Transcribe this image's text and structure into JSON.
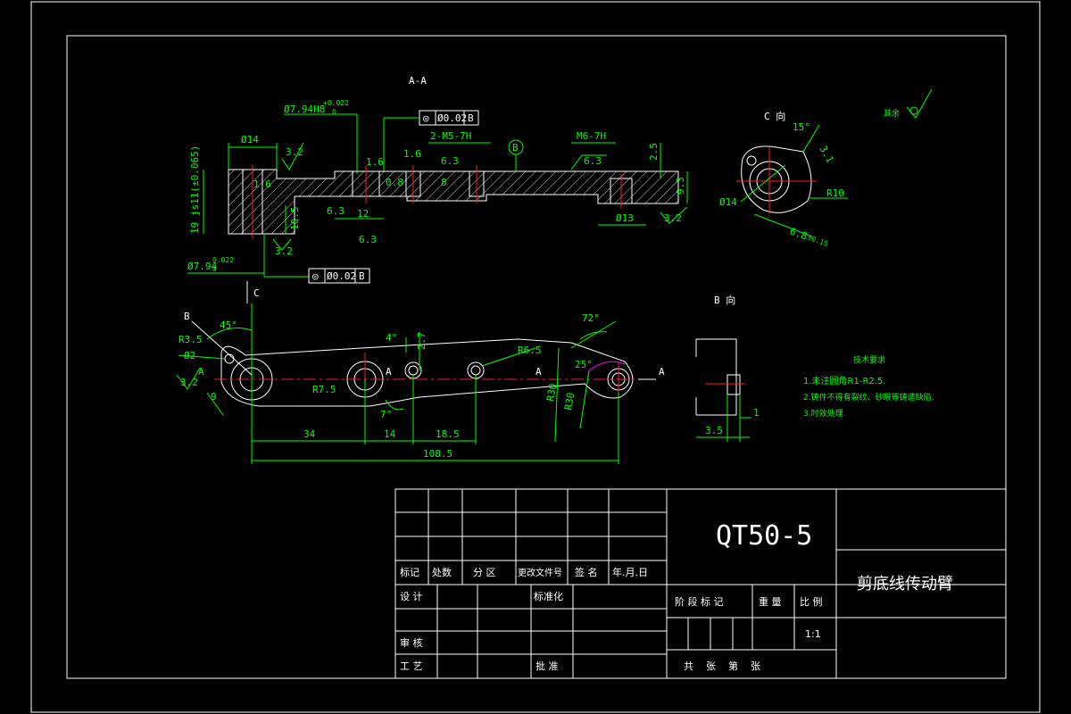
{
  "sections": {
    "aa": "A-A",
    "b": "B 向",
    "c": "C 向",
    "c_mark": "C"
  },
  "dims_aa": {
    "d14": "Ø14",
    "d794h8": "Ø7.94H8",
    "tol_top": "+0.022",
    "tol_bot": "0",
    "m5": "2-M5-7H",
    "m6": "M6-7H",
    "h19": "19 js11(±0.065)",
    "h105": "10.5",
    "w12": "12",
    "d13": "Ø13",
    "h93": "9.3",
    "h25": "2.5",
    "r32a": "3.2",
    "r32b": "3.2",
    "r32c": "3.2",
    "r63a": "6.3",
    "r63b": "6.3",
    "r63c": "6.3",
    "r63d": "6.3",
    "r16a": "1.6",
    "r16b": "1.6",
    "r16c": "1.6",
    "r08": "0.8",
    "r8": "8",
    "d794_bottom": "Ø7.94",
    "tol_b_top": "0.022",
    "tol_b_bot": "0"
  },
  "tol_frames": {
    "top": {
      "sym": "◎",
      "val": "Ø0.02",
      "ref": "B"
    },
    "bottom": {
      "sym": "◎",
      "val": "Ø0.02",
      "ref": "B"
    },
    "datum_b": "B"
  },
  "dims_plan": {
    "b": "B",
    "a45": "45°",
    "r35": "R3.5",
    "d2": "Ø2",
    "a": "A",
    "r32": "3.2",
    "d9": "9",
    "r75": "R7.5",
    "a4": "4°",
    "h27": "2.7",
    "a7": "7°",
    "r65": "R6.5",
    "a72": "72°",
    "a25": "25°",
    "r30a": "R30",
    "r30b": "R30",
    "l34": "34",
    "l14": "14",
    "l185": "18.5",
    "l1085": "108.5"
  },
  "dims_c": {
    "a15": "15°",
    "d14": "Ø14",
    "r10": "R10",
    "l68": "6.8",
    "t": "±0.15",
    "r31": "3.1"
  },
  "dims_b": {
    "d35": "3.5",
    "d1": "1"
  },
  "roughness_note": "其余",
  "notes": {
    "title": "技术要求",
    "n1": "1.未注圆角R1-R2.5.",
    "n2": "2.铸件不得有裂纹、砂眼等铸造缺陷.",
    "n3": "3.时效处理."
  },
  "title_block": {
    "material": "QT50-5",
    "part_name": "剪底线传动臂",
    "h_mark": "标记",
    "h_count": "处数",
    "h_zone": "分 区",
    "h_doc": "更改文件号",
    "h_sign": "签 名",
    "h_date": "年.月.日",
    "design": "设 计",
    "standard": "标准化",
    "stage": "阶 段 标 记",
    "weight": "重 量",
    "scale_label": "比 例",
    "scale": "1:1",
    "check": "审 核",
    "process": "工 艺",
    "approve": "批 准",
    "sheets": "共    张    第    张"
  }
}
